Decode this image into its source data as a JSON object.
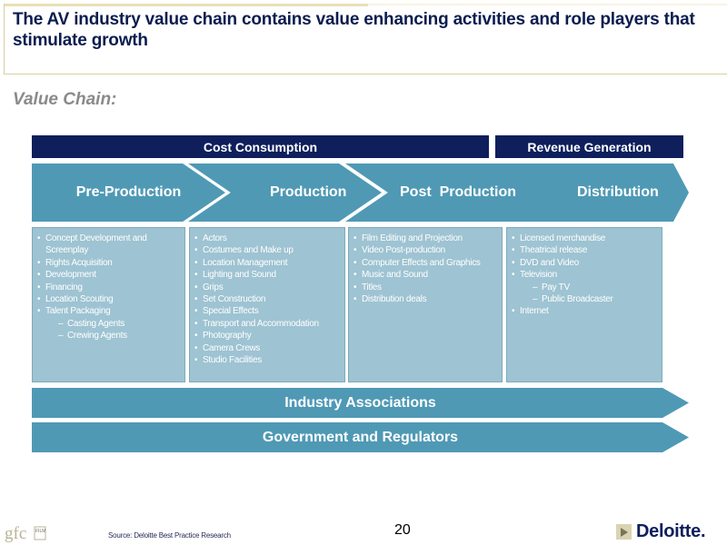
{
  "title": "The AV industry value chain contains value enhancing activities and role players that stimulate growth",
  "subtitle": "Value Chain:",
  "banners": {
    "cost": "Cost Consumption",
    "revenue": "Revenue Generation"
  },
  "stages": [
    "Pre-Production",
    "Production",
    "Post  Production",
    "Distribution"
  ],
  "columns": [
    {
      "items": [
        {
          "text": "Concept Development and Screenplay",
          "level": 1
        },
        {
          "text": "Rights Acquisition",
          "level": 1
        },
        {
          "text": "Development",
          "level": 1
        },
        {
          "text": "Financing",
          "level": 1
        },
        {
          "text": "Location Scouting",
          "level": 1
        },
        {
          "text": "Talent Packaging",
          "level": 1
        },
        {
          "text": "Casting Agents",
          "level": 2
        },
        {
          "text": "Crewing Agents",
          "level": 2
        }
      ]
    },
    {
      "items": [
        {
          "text": "Actors",
          "level": 1
        },
        {
          "text": "Costumes and Make up",
          "level": 1
        },
        {
          "text": "Location Management",
          "level": 1
        },
        {
          "text": "Lighting and Sound",
          "level": 1
        },
        {
          "text": "Grips",
          "level": 1
        },
        {
          "text": "Set Construction",
          "level": 1
        },
        {
          "text": "Special Effects",
          "level": 1
        },
        {
          "text": "Transport and Accommodation",
          "level": 1
        },
        {
          "text": "Photography",
          "level": 1
        },
        {
          "text": "Camera Crews",
          "level": 1
        },
        {
          "text": "Studio Facilities",
          "level": 1
        }
      ]
    },
    {
      "items": [
        {
          "text": "Film Editing and Projection",
          "level": 1
        },
        {
          "text": "Video Post-production",
          "level": 1
        },
        {
          "text": "Computer Effects and Graphics",
          "level": 1
        },
        {
          "text": "Music and Sound",
          "level": 1
        },
        {
          "text": "Titles",
          "level": 1
        },
        {
          "text": "Distribution deals",
          "level": 1
        }
      ]
    },
    {
      "items": [
        {
          "text": "Licensed merchandise",
          "level": 1
        },
        {
          "text": "Theatrical release",
          "level": 1
        },
        {
          "text": "DVD and Video",
          "level": 1
        },
        {
          "text": "Television",
          "level": 1
        },
        {
          "text": "Pay TV",
          "level": 2
        },
        {
          "text": "Public Broadcaster",
          "level": 2
        },
        {
          "text": "Internet",
          "level": 1
        }
      ]
    }
  ],
  "bars": {
    "industry": "Industry Associations",
    "government": "Government and Regulators"
  },
  "footer": {
    "source": "Source: Deloitte Best Practice Research",
    "page_number": "20",
    "brand": "Deloitte.",
    "gfc_logo_text": "gfc FILM"
  },
  "colors": {
    "navy": "#0e1f5c",
    "chevron": "#4f99b5",
    "box": "#9ec3d2"
  }
}
